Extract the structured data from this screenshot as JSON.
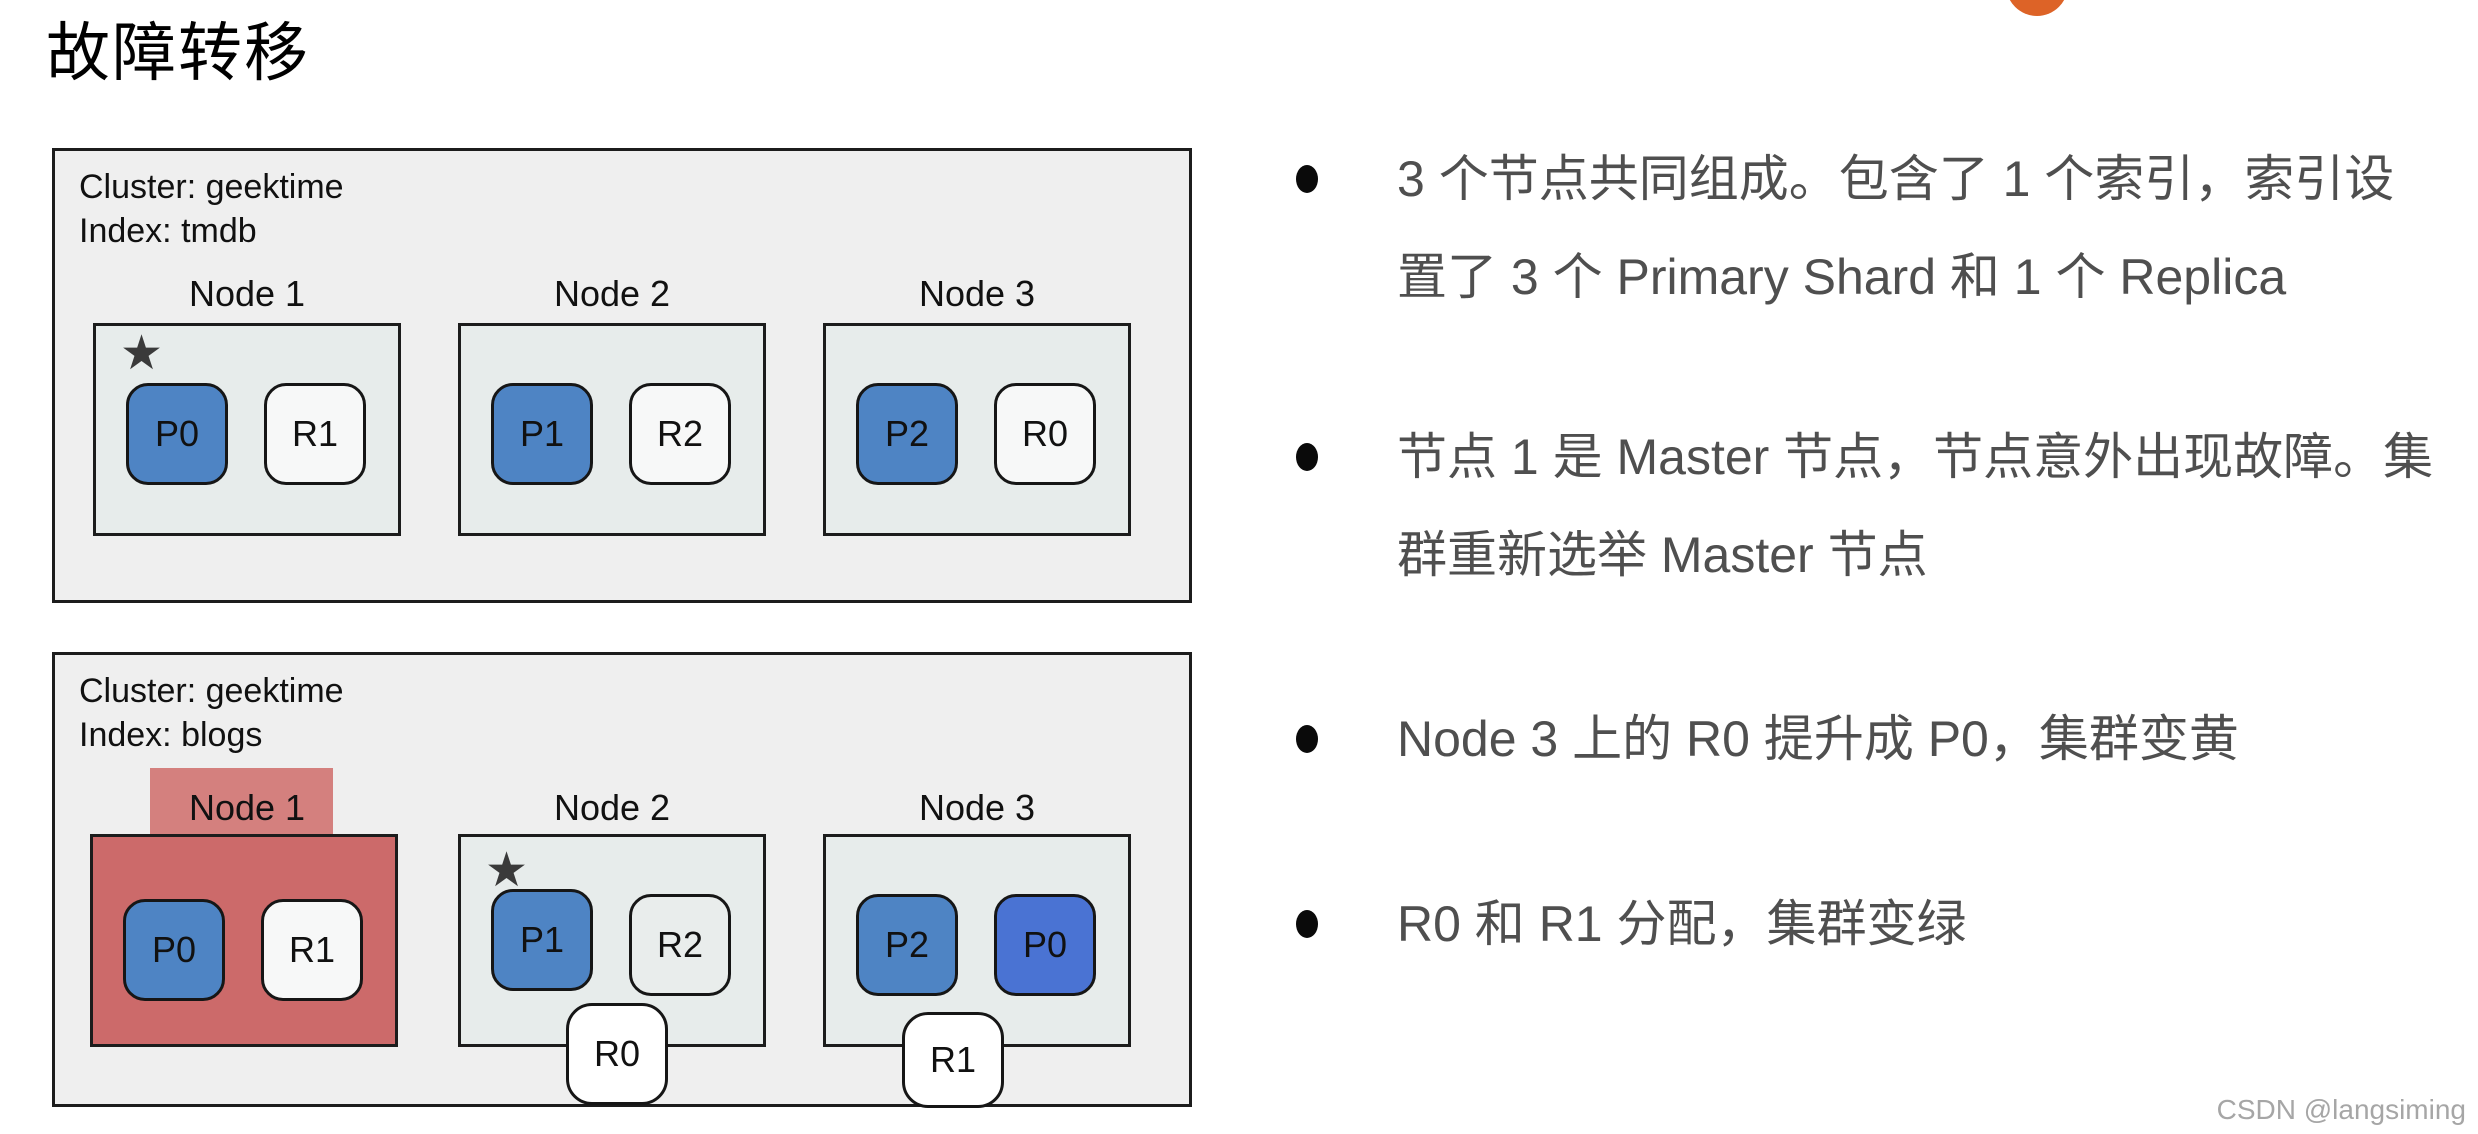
{
  "title": "故障转移",
  "watermark": "CSDN @langsiming",
  "colors": {
    "accent_orange": "#dd6327",
    "primary_shard_blue": "#4e84c4",
    "promoted_shard_blue": "#4a73d3",
    "failed_node_red": "#cc6a6a",
    "failed_tab_red": "#d4807e",
    "panel_gray": "#efefef",
    "node_gray": "#e7eceb"
  },
  "clusters": [
    {
      "name": "Cluster: geektime",
      "index": "Index: tmdb",
      "nodes": [
        {
          "label": "Node 1",
          "master": true,
          "failed": false,
          "shards": [
            {
              "label": "P0"
            },
            {
              "label": "R1"
            }
          ]
        },
        {
          "label": "Node 2",
          "master": false,
          "failed": false,
          "shards": [
            {
              "label": "P1"
            },
            {
              "label": "R2"
            }
          ]
        },
        {
          "label": "Node 3",
          "master": false,
          "failed": false,
          "shards": [
            {
              "label": "P2"
            },
            {
              "label": "R0"
            }
          ]
        }
      ]
    },
    {
      "name": "Cluster: geektime",
      "index": "Index: blogs",
      "nodes": [
        {
          "label": "Node 1",
          "master": false,
          "failed": true,
          "shards": [
            {
              "label": "P0"
            },
            {
              "label": "R1"
            }
          ]
        },
        {
          "label": "Node 2",
          "master": true,
          "failed": false,
          "shards": [
            {
              "label": "P1"
            },
            {
              "label": "R2"
            }
          ],
          "unassigned": {
            "label": "R0"
          }
        },
        {
          "label": "Node 3",
          "master": false,
          "failed": false,
          "shards": [
            {
              "label": "P2"
            },
            {
              "label": "P0"
            }
          ],
          "unassigned": {
            "label": "R1"
          }
        }
      ]
    }
  ],
  "bullets": [
    {
      "lines": [
        "3 个节点共同组成。包含了 1 个索引，索引设",
        "置了 3 个 Primary Shard 和 1 个 Replica"
      ]
    },
    {
      "lines": [
        "节点 1 是 Master 节点，节点意外出现故障。集",
        "群重新选举 Master 节点"
      ]
    },
    {
      "lines": [
        "Node 3 上的 R0 提升成 P0，集群变黄"
      ]
    },
    {
      "lines": [
        "R0 和 R1 分配，集群变绿"
      ]
    }
  ]
}
